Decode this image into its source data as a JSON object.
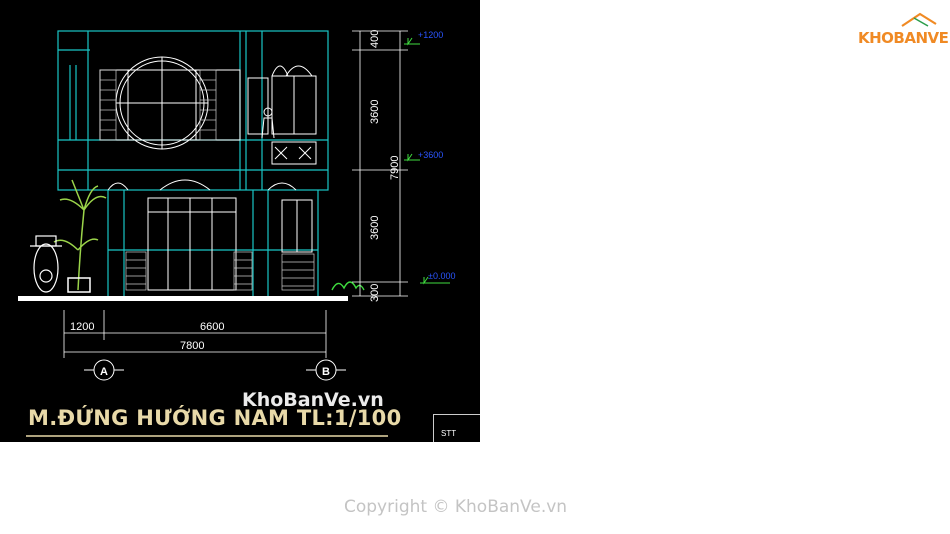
{
  "drawing": {
    "title": "M.ĐỨNG HƯỚNG NAM   TL:1/100",
    "watermark": "KhoBanVe.vn",
    "dimensions": {
      "v_400": "400",
      "v_3600_top": "3600",
      "v_7900": "7900",
      "v_3600_bottom": "3600",
      "v_300": "300",
      "h_1200": "1200",
      "h_6600": "6600",
      "h_7800": "7800"
    },
    "levels": {
      "top": "+1200",
      "middle": "+3600",
      "ground": "±0.000"
    },
    "axes": {
      "a": "A",
      "b": "B"
    },
    "table_header": "STT"
  },
  "brand": {
    "logo": "KHOBANVE",
    "accent": "#f08a24"
  },
  "footer": {
    "copyright": "Copyright © KhoBanVe.vn"
  }
}
